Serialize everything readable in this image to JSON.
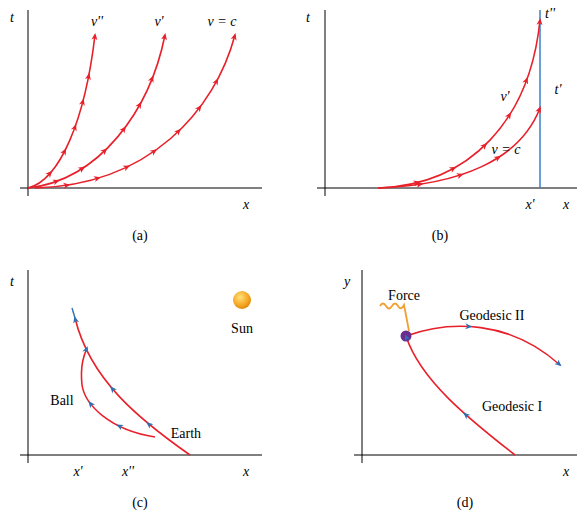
{
  "diagram": {
    "labels": [
      "t",
      "x",
      "v''",
      "v'",
      "v = c",
      "(a)",
      "t",
      "t''",
      "v'",
      "t'",
      "v = c",
      "x'",
      "x",
      "(b)",
      "t",
      "Sun",
      "Ball",
      "Earth",
      "x'",
      "x''",
      "x",
      "(c)",
      "y",
      "Force",
      "Geodesic II",
      "Geodesic I",
      "x",
      "(d)"
    ]
  }
}
